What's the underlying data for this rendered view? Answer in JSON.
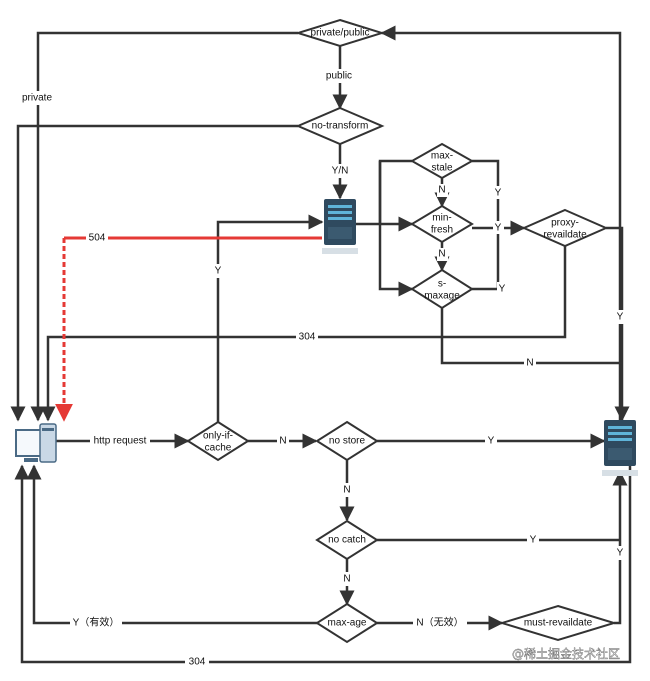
{
  "nodes": {
    "private_public": "private/public",
    "no_transform": "no-transform",
    "max_stale": [
      "max-",
      "stale"
    ],
    "min_fresh": [
      "min-",
      "fresh"
    ],
    "s_maxage": [
      "s-",
      "maxage"
    ],
    "proxy_revalidate": [
      "proxy-",
      "revaildate"
    ],
    "only_if_cache": [
      "only-if-",
      "cache"
    ],
    "no_store": "no store",
    "no_catch": "no catch",
    "max_age": "max-age",
    "must_revalidate": "must-revaildate"
  },
  "labels": {
    "public": "public",
    "private": "private",
    "yn": "Y/N",
    "n_maxstale": "N",
    "n_minfresh": "N",
    "y_maxstale": "Y",
    "y_minfresh": "Y",
    "y_smaxage": "Y",
    "gw_504": "504",
    "y_onlyif": "Y",
    "y_proxy": "Y",
    "n_proxy": "N",
    "l_304_mid": "304",
    "http_request": "http request",
    "n_onlyif": "N",
    "y_nostore": "Y",
    "n_nostore": "N",
    "y_nocatch": "Y",
    "n_nocatch": "N",
    "y_maxage": "Y（有效）",
    "n_maxage": "N（无效）",
    "y_must": "Y",
    "l_304_bottom": "304"
  },
  "watermark": "@稀土掘金技术社区"
}
